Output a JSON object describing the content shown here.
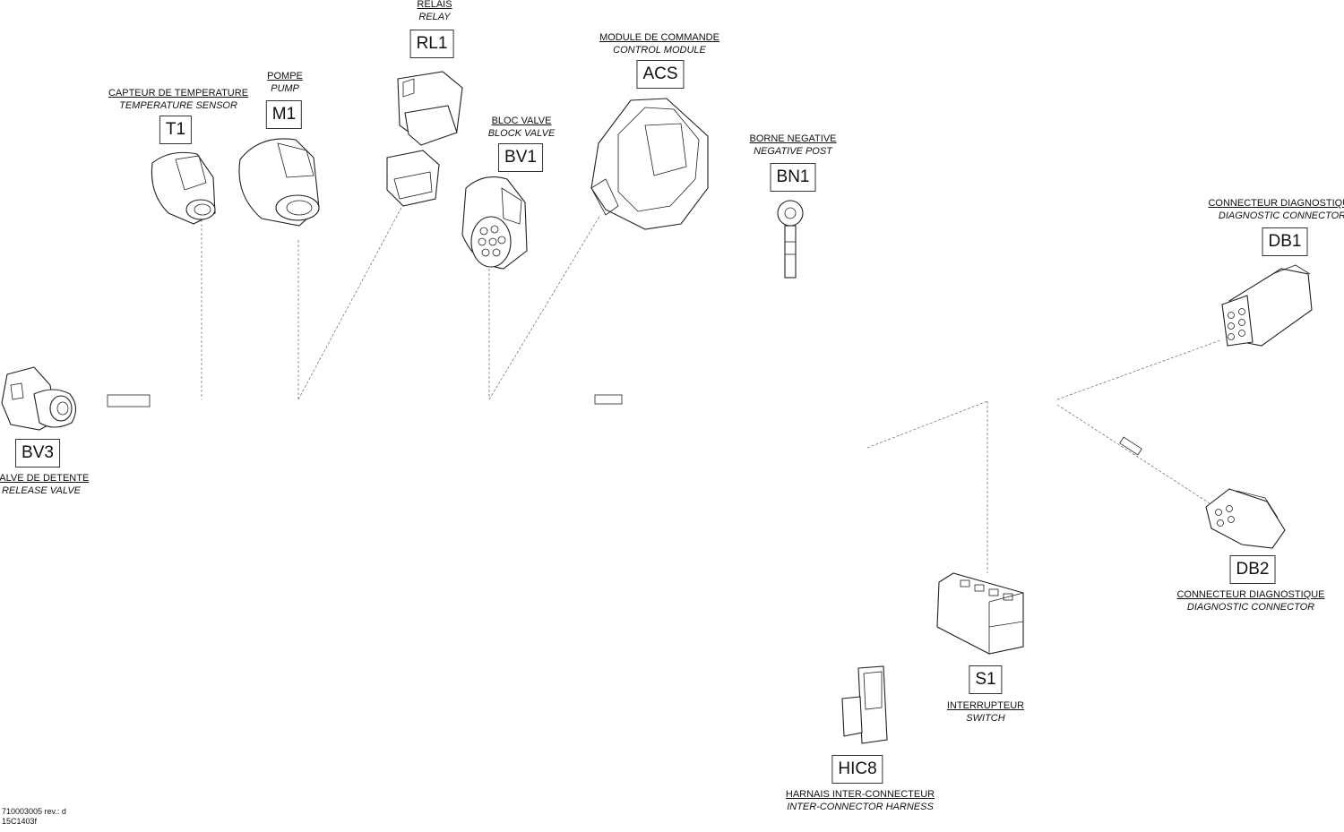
{
  "components": [
    {
      "id": "rl1",
      "code": "RL1",
      "fr": "RELAIS",
      "en": "RELAY"
    },
    {
      "id": "acs",
      "code": "ACS",
      "fr": "MODULE DE COMMANDE",
      "en": "CONTROL MODULE"
    },
    {
      "id": "m1",
      "code": "M1",
      "fr": "POMPE",
      "en": "PUMP"
    },
    {
      "id": "t1",
      "code": "T1",
      "fr": "CAPTEUR DE TEMPERATURE",
      "en": "TEMPERATURE SENSOR"
    },
    {
      "id": "bv1",
      "code": "BV1",
      "fr": "BLOC VALVE",
      "en": "BLOCK VALVE"
    },
    {
      "id": "bn1",
      "code": "BN1",
      "fr": "BORNE NEGATIVE",
      "en": "NEGATIVE POST"
    },
    {
      "id": "db1",
      "code": "DB1",
      "fr": "CONNECTEUR DIAGNOSTIQUE",
      "en": "DIAGNOSTIC CONNECTOR"
    },
    {
      "id": "bv3",
      "code": "BV3",
      "fr": "VALVE DE DETENTE",
      "en": "RELEASE VALVE"
    },
    {
      "id": "db2",
      "code": "DB2",
      "fr": "CONNECTEUR DIAGNOSTIQUE",
      "en": "DIAGNOSTIC CONNECTOR"
    },
    {
      "id": "s1",
      "code": "S1",
      "fr": "INTERRUPTEUR",
      "en": "SWITCH"
    },
    {
      "id": "hic8",
      "code": "HIC8",
      "fr": "HARNAIS INTER-CONNECTEUR",
      "en": "INTER-CONNECTOR HARNESS"
    }
  ],
  "footer": {
    "doc_number": "710003005 rev.: d",
    "figure_code": "15C1403f"
  }
}
